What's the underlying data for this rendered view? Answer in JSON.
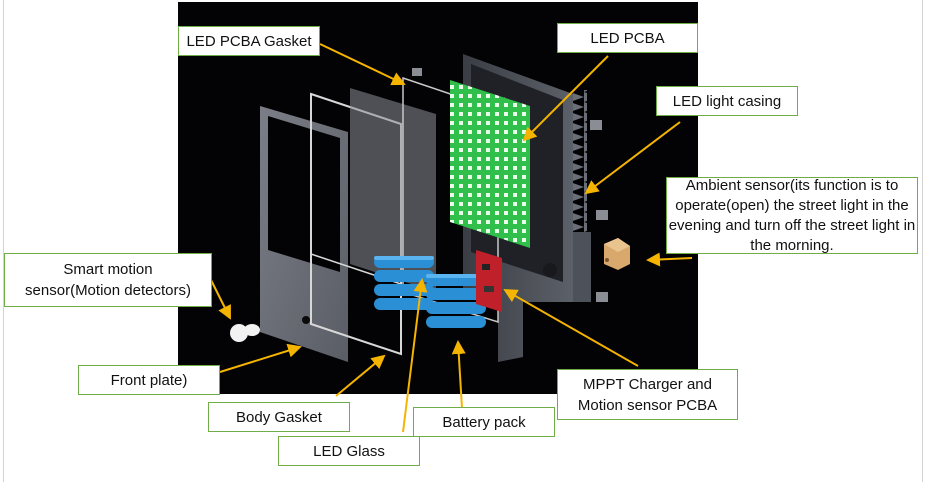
{
  "diagram": {
    "subject": "Exploded view of solar LED street light",
    "arrow_color": "#f5b400",
    "label_border_color": "#70ad47",
    "labels": {
      "led_pcba_gasket": "LED PCBA Gasket",
      "led_pcba": "LED PCBA",
      "led_light_casing": "LED light casing",
      "ambient_sensor": "Ambient sensor(its  function is to operate(open) the  street light in the evening and turn off the street light in the morning.",
      "smart_motion_sensor": "Smart motion sensor(Motion detectors)",
      "front_plate": "Front plate)",
      "body_gasket": "Body Gasket",
      "led_glass": "LED Glass",
      "battery_pack": "Battery pack",
      "mppt_charger": "MPPT  Charger and Motion sensor PCBA"
    },
    "components": [
      "front-plate",
      "body-gasket",
      "led-glass",
      "led-pcba-gasket",
      "led-pcba",
      "led-light-casing",
      "battery-pack",
      "mppt-charger-pcba",
      "smart-motion-sensor",
      "ambient-sensor"
    ]
  }
}
